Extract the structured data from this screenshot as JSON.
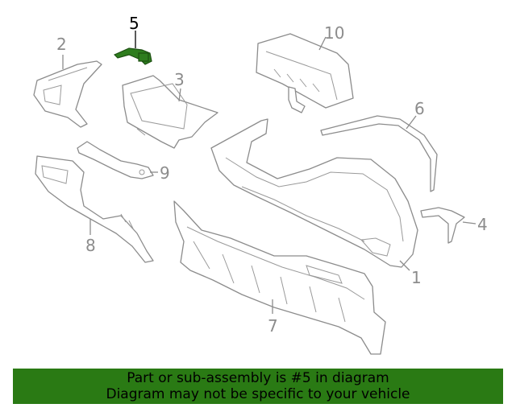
{
  "callouts": {
    "c1": "1",
    "c2": "2",
    "c3": "3",
    "c4": "4",
    "c5": "5",
    "c6": "6",
    "c7": "7",
    "c8": "8",
    "c9": "9",
    "c10": "10"
  },
  "highlighted_part": "5",
  "colors": {
    "banner": "#2a7a14",
    "highlight_part": "#2e7d1e",
    "outline": "#8c8c8c"
  },
  "banner": {
    "line1": "Part or sub-assembly is #5 in diagram",
    "line2": "Diagram may not be specific to your vehicle"
  }
}
